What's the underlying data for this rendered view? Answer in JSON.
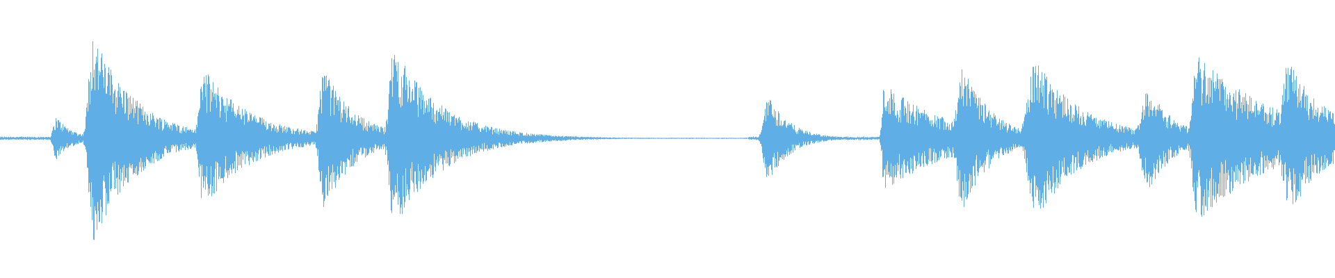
{
  "waveform": {
    "color": "#5faee6",
    "baseline_amplitude": 0.015,
    "bursts": [
      {
        "center": 0.042,
        "attack": 0.003,
        "decay": 0.012,
        "peak": 0.17
      },
      {
        "center": 0.069,
        "attack": 0.004,
        "decay": 0.032,
        "peak": 0.82
      },
      {
        "center": 0.152,
        "attack": 0.004,
        "decay": 0.036,
        "peak": 0.54
      },
      {
        "center": 0.242,
        "attack": 0.004,
        "decay": 0.024,
        "peak": 0.55
      },
      {
        "center": 0.295,
        "attack": 0.005,
        "decay": 0.035,
        "peak": 0.7
      },
      {
        "center": 0.575,
        "attack": 0.004,
        "decay": 0.016,
        "peak": 0.35
      },
      {
        "center": 0.662,
        "attack": 0.002,
        "decay": 0.048,
        "peak": 0.42
      },
      {
        "center": 0.721,
        "attack": 0.006,
        "decay": 0.022,
        "peak": 0.56
      },
      {
        "center": 0.776,
        "attack": 0.008,
        "decay": 0.035,
        "peak": 0.62
      },
      {
        "center": 0.86,
        "attack": 0.007,
        "decay": 0.02,
        "peak": 0.4
      },
      {
        "center": 0.897,
        "attack": 0.005,
        "decay": 0.055,
        "peak": 0.66
      },
      {
        "center": 0.965,
        "attack": 0.006,
        "decay": 0.03,
        "peak": 0.6
      }
    ]
  }
}
